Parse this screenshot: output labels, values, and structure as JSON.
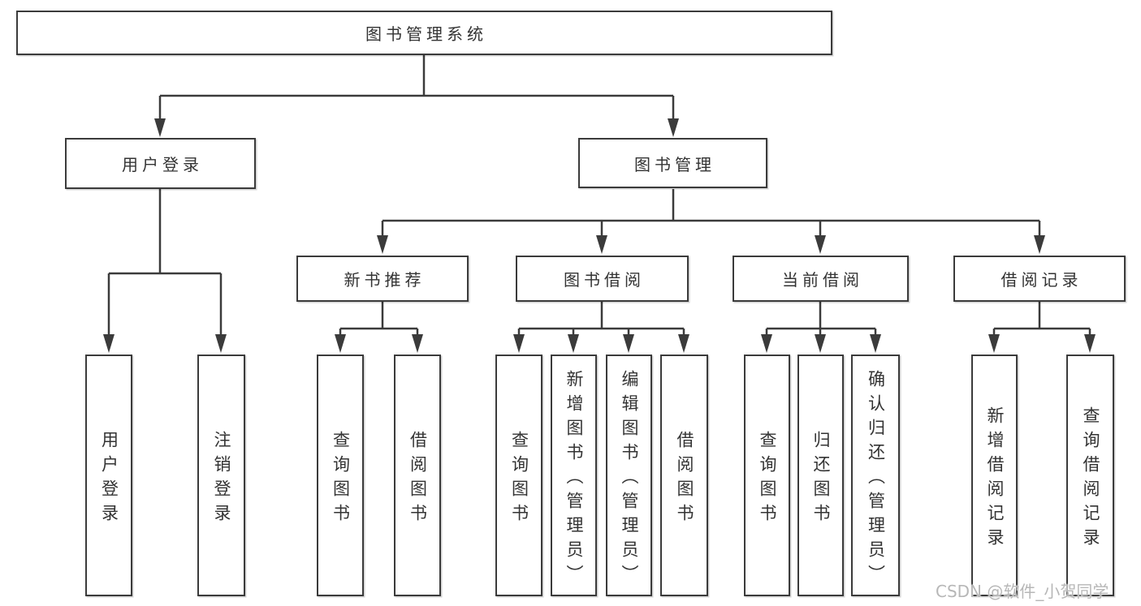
{
  "diagram_type": "hierarchy-tree",
  "tree": {
    "root": {
      "label": "图书管理系统",
      "children": [
        {
          "label": "用户登录",
          "children": [
            {
              "label": "用户登录"
            },
            {
              "label": "注销登录"
            }
          ]
        },
        {
          "label": "图书管理",
          "children": [
            {
              "label": "新书推荐",
              "children": [
                {
                  "label": "查询图书"
                },
                {
                  "label": "借阅图书"
                }
              ]
            },
            {
              "label": "图书借阅",
              "children": [
                {
                  "label": "查询图书"
                },
                {
                  "label": "新增图书（管理员）"
                },
                {
                  "label": "编辑图书（管理员）"
                },
                {
                  "label": "借阅图书"
                }
              ]
            },
            {
              "label": "当前借阅",
              "children": [
                {
                  "label": "查询图书"
                },
                {
                  "label": "归还图书"
                },
                {
                  "label": "确认归还（管理员）"
                }
              ]
            },
            {
              "label": "借阅记录",
              "children": [
                {
                  "label": "新增借阅记录"
                },
                {
                  "label": "查询借阅记录"
                }
              ]
            }
          ]
        }
      ]
    }
  },
  "watermark": {
    "text": "CSDN @软件_小贺同学"
  },
  "colors": {
    "line": "#3b3b3b",
    "box_border": "#3b3b3b",
    "box_background": "#ffffff",
    "text": "#333333",
    "watermark": "#b7b7b7",
    "page_background": "#ffffff"
  }
}
